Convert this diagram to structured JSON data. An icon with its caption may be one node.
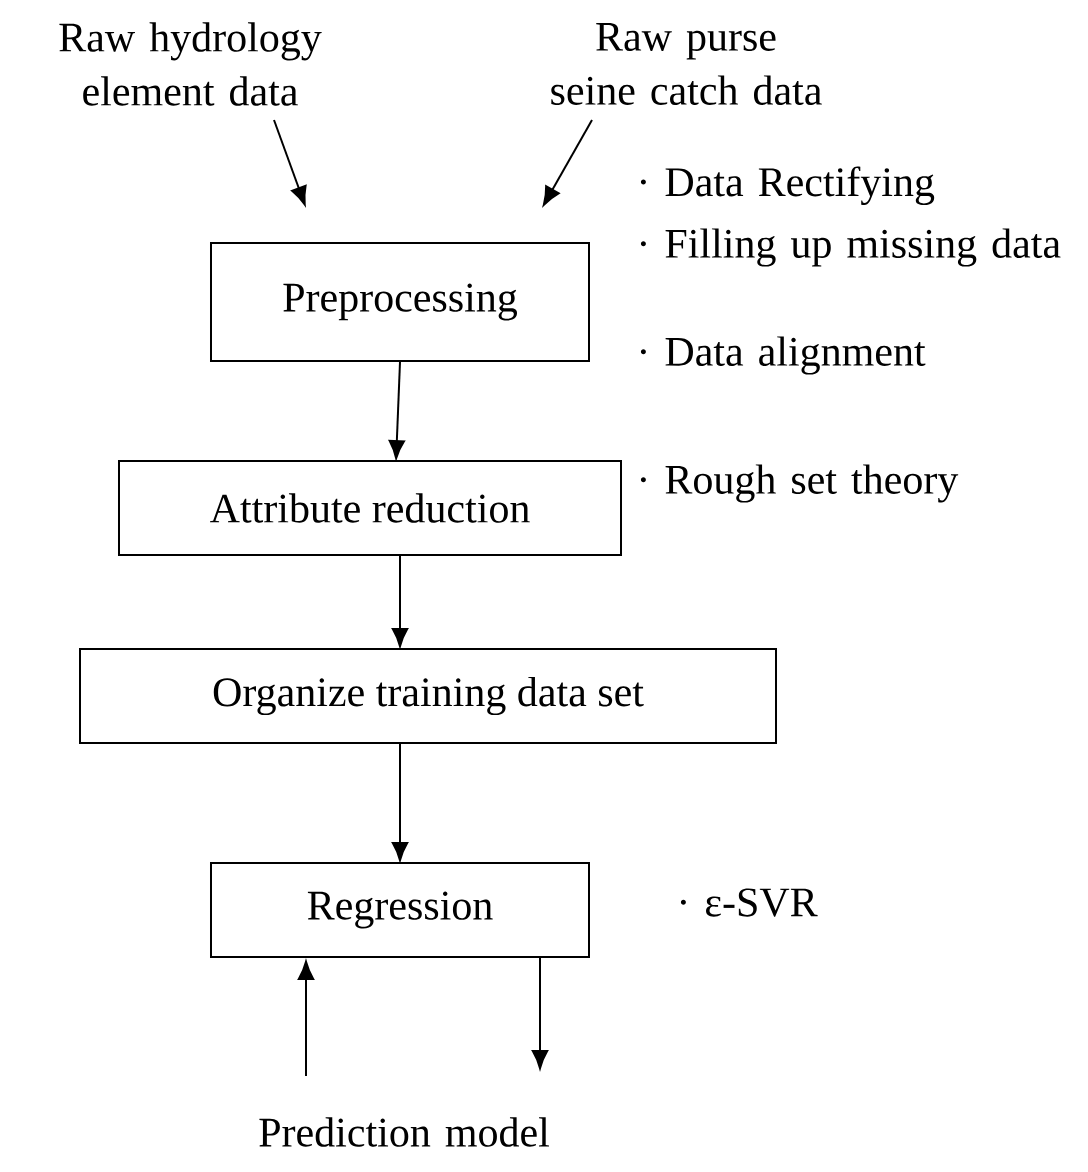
{
  "diagram": {
    "nodes": [
      {
        "text": [
          "Raw hydrology element data"
        ]
      },
      {
        "text": [
          "Raw purse seine catch data"
        ]
      },
      {
        "text": [
          "Preprocessing"
        ],
        "beside": [
          "· Data Rectifying",
          "· Filling up missing data",
          "· Data alignment"
        ]
      },
      {
        "text": [
          "Attribute reduction"
        ],
        "beside": [
          "· Rough set theory"
        ]
      },
      {
        "text": [
          "Organize training data set"
        ]
      },
      {
        "text": [
          "Regression"
        ],
        "beside": [
          "· ε-SVR"
        ]
      },
      {
        "text": [
          "Prediction model"
        ]
      }
    ],
    "edges": [
      {
        "from": 0,
        "to": 2,
        "arrow": "to"
      },
      {
        "from": 1,
        "to": 2,
        "arrow": "to"
      },
      {
        "from": 2,
        "to": 3,
        "arrow": "to"
      },
      {
        "from": 3,
        "to": 4,
        "arrow": "to"
      },
      {
        "from": 4,
        "to": 5,
        "arrow": "to"
      },
      {
        "from": 6,
        "to": 5,
        "arrow": "to"
      },
      {
        "from": 5,
        "to": 6,
        "arrow": "to"
      }
    ]
  }
}
